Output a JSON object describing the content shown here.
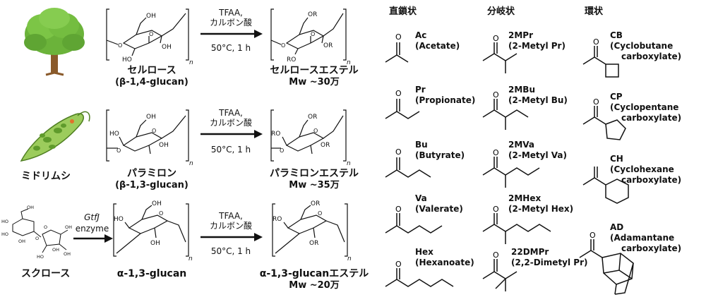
{
  "rows": [
    {
      "source_label": "",
      "polymer_name": "セルロース",
      "polymer_sub": "(β-1,4-glucan)",
      "reagent_top": "TFAA,",
      "reagent_mid": "カルボン酸",
      "conditions": "50°C, 1 h",
      "ester_name": "セルロースエステル",
      "mw": "Mw ~30万"
    },
    {
      "source_label": "ミドリムシ",
      "polymer_name": "パラミロン",
      "polymer_sub": "(β-1,3-glucan)",
      "reagent_top": "TFAA,",
      "reagent_mid": "カルボン酸",
      "conditions": "50°C, 1 h",
      "ester_name": "パラミロンエステル",
      "mw": "Mw ~35万"
    },
    {
      "source_label": "スクロース",
      "enzyme_top": "GtfJ",
      "enzyme_bottom": "enzyme",
      "polymer_name": "α-1,3-glucan",
      "polymer_sub": "",
      "reagent_top": "TFAA,",
      "reagent_mid": "カルボン酸",
      "conditions": "50°C, 1 h",
      "ester_name": "α-1,3-glucanエステル",
      "mw": "Mw ~20万"
    }
  ],
  "structure_labels": {
    "oh": "OH",
    "ho": "HO",
    "or": "OR",
    "ro": "RO",
    "n": "n"
  },
  "groups": {
    "linear": {
      "header": "直鎖状",
      "items": [
        {
          "abbr": "Ac",
          "name": "(Acetate)"
        },
        {
          "abbr": "Pr",
          "name": "(Propionate)"
        },
        {
          "abbr": "Bu",
          "name": "(Butyrate)"
        },
        {
          "abbr": "Va",
          "name": "(Valerate)"
        },
        {
          "abbr": "Hex",
          "name": "(Hexanoate)"
        }
      ]
    },
    "branched": {
      "header": "分岐状",
      "items": [
        {
          "abbr": "2MPr",
          "name": "(2-Metyl Pr)"
        },
        {
          "abbr": "2MBu",
          "name": "(2-Metyl Bu)"
        },
        {
          "abbr": "2MVa",
          "name": "(2-Metyl Va)"
        },
        {
          "abbr": "2MHex",
          "name": "(2-Metyl Hex)"
        },
        {
          "abbr": "22DMPr",
          "name": "(2,2-Dimetyl Pr)"
        }
      ]
    },
    "cyclic": {
      "header": "環状",
      "items": [
        {
          "abbr": "CB",
          "name": "(Cyclobutane",
          "name2": "carboxylate)"
        },
        {
          "abbr": "CP",
          "name": "(Cyclopentane",
          "name2": "carboxylate)"
        },
        {
          "abbr": "CH",
          "name": "(Cyclohexane",
          "name2": "carboxylate)"
        },
        {
          "abbr": "AD",
          "name": "(Adamantane",
          "name2": "carboxylate)"
        }
      ]
    }
  },
  "colors": {
    "tree_foliage": "#6bb33a",
    "tree_trunk": "#8a5a2b",
    "euglena_body": "#9ccc5c",
    "euglena_spots": "#5f9b2c"
  }
}
